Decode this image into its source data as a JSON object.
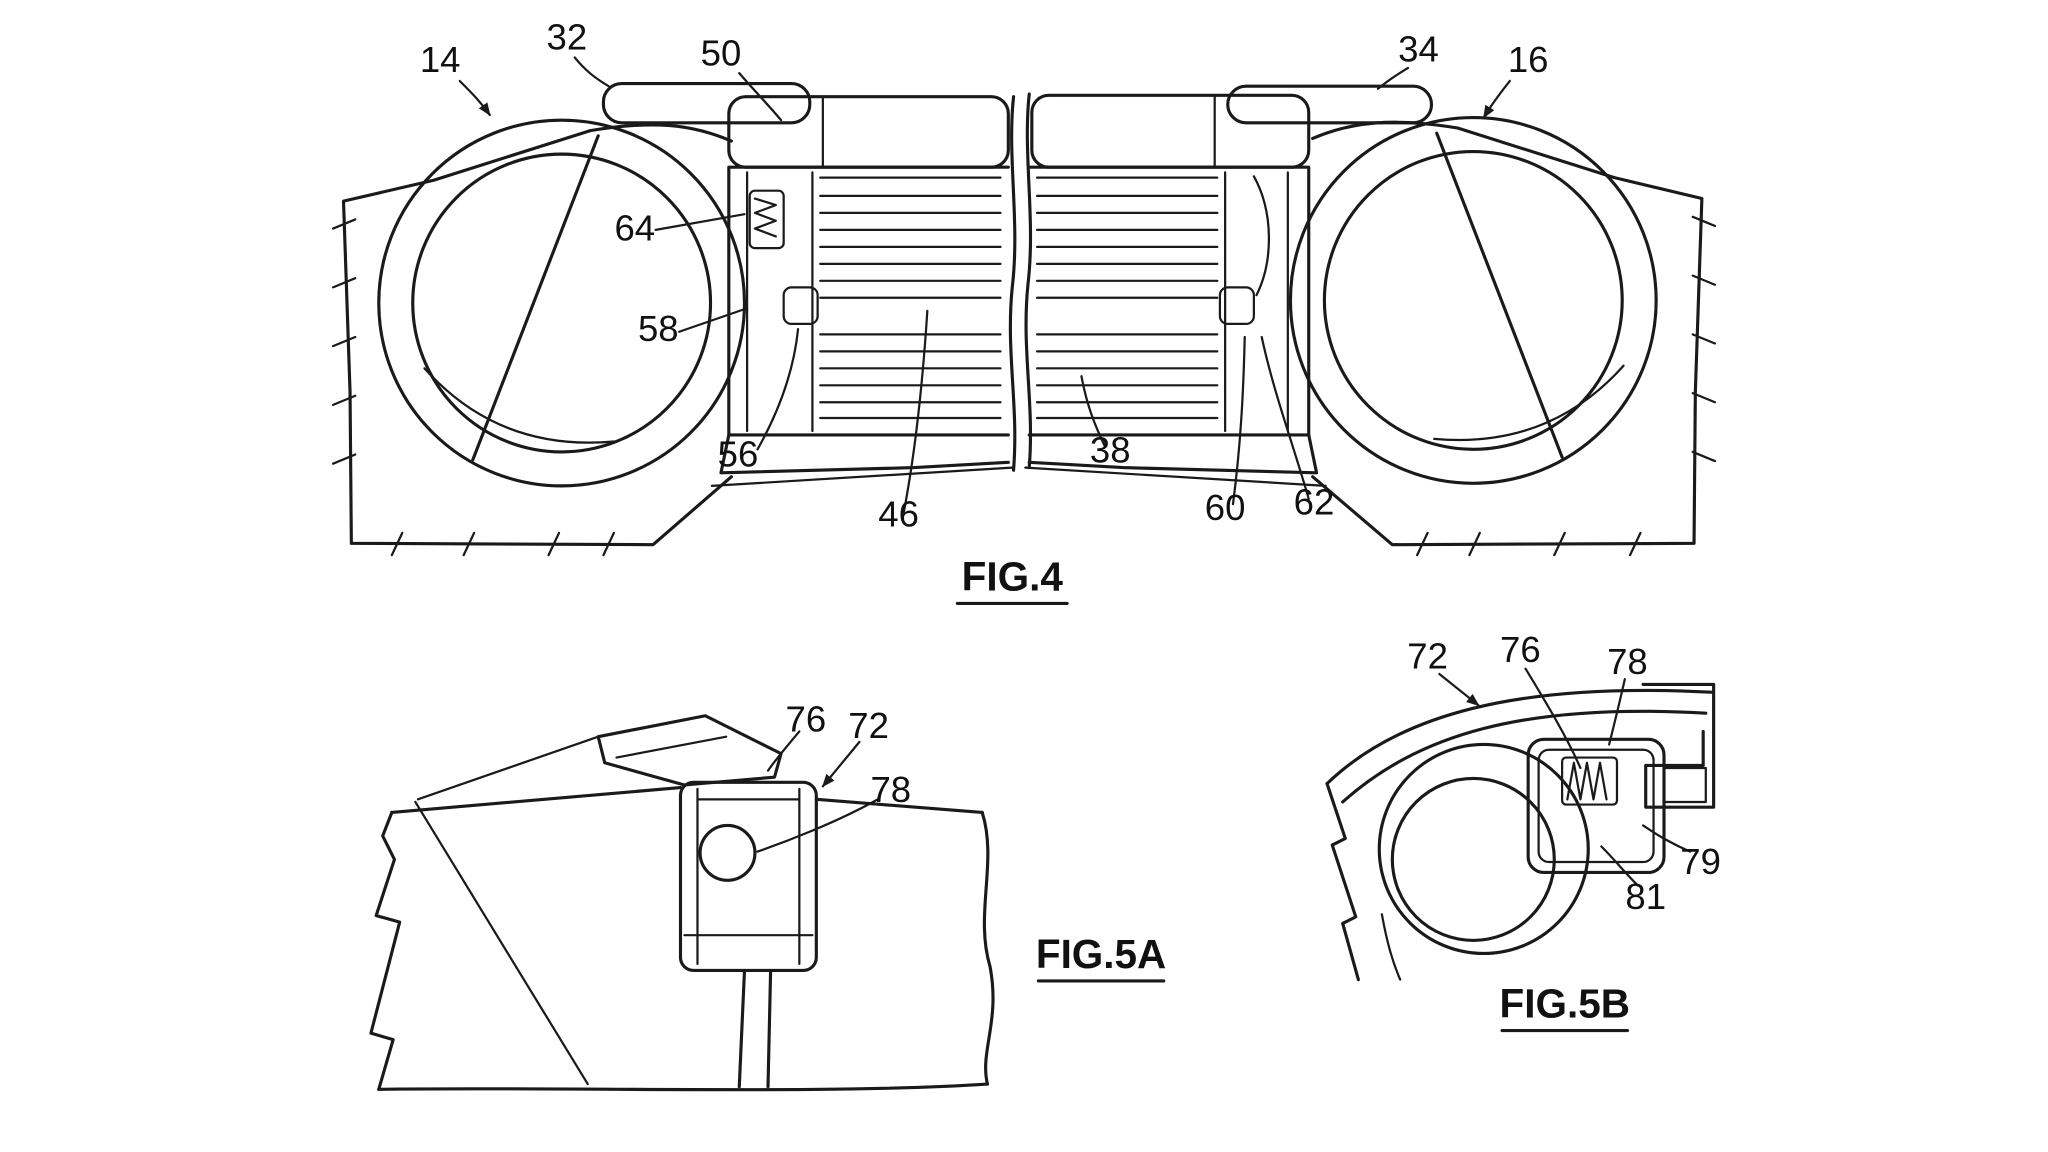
{
  "page": {
    "background_color": "#ffffff",
    "ink_color": "#1a1a1a",
    "description": "Patent line drawing sheet with three figures"
  },
  "figures": {
    "fig4": {
      "caption": "FIG.4",
      "labels": {
        "n14": "14",
        "n32": "32",
        "n50": "50",
        "n34": "34",
        "n16": "16",
        "n64": "64",
        "n58": "58",
        "n56": "56",
        "n46": "46",
        "n38": "38",
        "n60": "60",
        "n62": "62"
      }
    },
    "fig5a": {
      "caption": "FIG.5A",
      "labels": {
        "n76": "76",
        "n72": "72",
        "n78": "78"
      }
    },
    "fig5b": {
      "caption": "FIG.5B",
      "labels": {
        "n72": "72",
        "n76": "76",
        "n78": "78",
        "n79": "79",
        "n81": "81"
      }
    }
  }
}
